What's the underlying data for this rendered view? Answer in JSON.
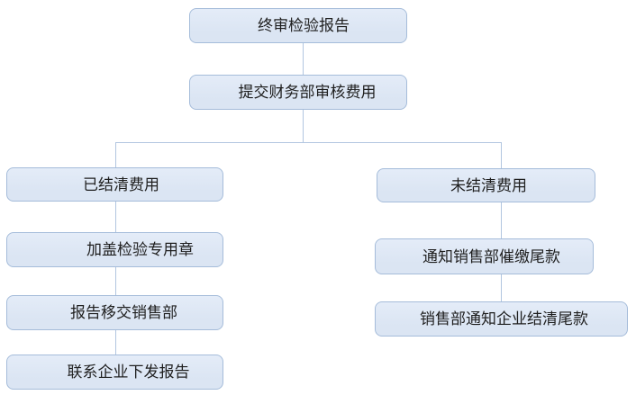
{
  "page": {
    "background": "#ffffff"
  },
  "colors": {
    "node_fill": "#dbe5f3",
    "node_fill_top": "#e4ecf8",
    "node_border": "#a5bcda",
    "connector": "#b2c6e0",
    "text": "#1f1f1f"
  },
  "flowchart": {
    "nodes": [
      {
        "id": "final-inspection-report",
        "label": "终审检验报告"
      },
      {
        "id": "submit-finance-fee-review",
        "label": "提交财务部审核费用"
      },
      {
        "id": "fees-settled",
        "label": "已结清费用"
      },
      {
        "id": "fees-unsettled",
        "label": "未结清费用"
      },
      {
        "id": "stamp-inspection-seal",
        "label": "加盖检验专用章"
      },
      {
        "id": "notify-sales-collect-balance",
        "label": "通知销售部催缴尾款"
      },
      {
        "id": "report-handover-sales",
        "label": "报告移交销售部"
      },
      {
        "id": "sales-notify-enterprise-settle",
        "label": "销售部通知企业结清尾款"
      },
      {
        "id": "contact-enterprise-issue-report",
        "label": "联系企业下发报告"
      }
    ],
    "edges": [
      {
        "from": "final-inspection-report",
        "to": "submit-finance-fee-review"
      },
      {
        "from": "submit-finance-fee-review",
        "to": "fees-settled"
      },
      {
        "from": "submit-finance-fee-review",
        "to": "fees-unsettled"
      },
      {
        "from": "fees-settled",
        "to": "stamp-inspection-seal"
      },
      {
        "from": "stamp-inspection-seal",
        "to": "report-handover-sales"
      },
      {
        "from": "report-handover-sales",
        "to": "contact-enterprise-issue-report"
      },
      {
        "from": "fees-unsettled",
        "to": "notify-sales-collect-balance"
      },
      {
        "from": "notify-sales-collect-balance",
        "to": "sales-notify-enterprise-settle"
      }
    ]
  }
}
